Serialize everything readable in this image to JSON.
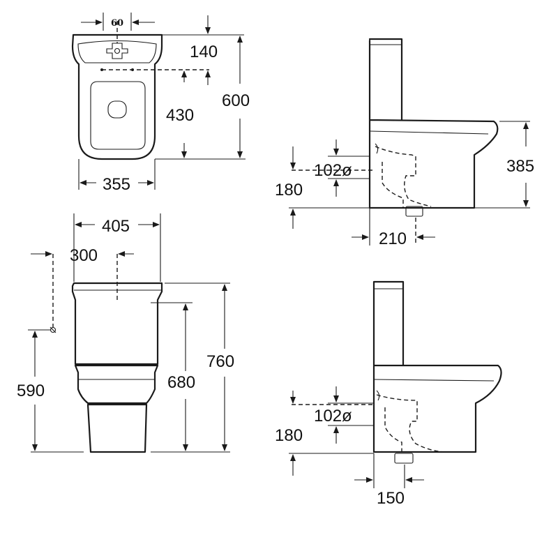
{
  "dimensions": {
    "top_view": {
      "inlet_spacing": "60",
      "rim_offset": "140",
      "overall_length": "600",
      "fixing_to_front": "430",
      "bowl_width": "355"
    },
    "side_view_1": {
      "outlet_diameter": "102ø",
      "outlet_height": "180",
      "seat_height": "385",
      "outlet_setback": "210"
    },
    "front_view": {
      "cistern_width": "405",
      "inlet_offset": "300",
      "supply_height": "590",
      "cistern_height": "680",
      "overall_height": "760"
    },
    "side_view_2": {
      "outlet_diameter": "102ø",
      "outlet_height": "180",
      "outlet_setback": "150"
    }
  }
}
